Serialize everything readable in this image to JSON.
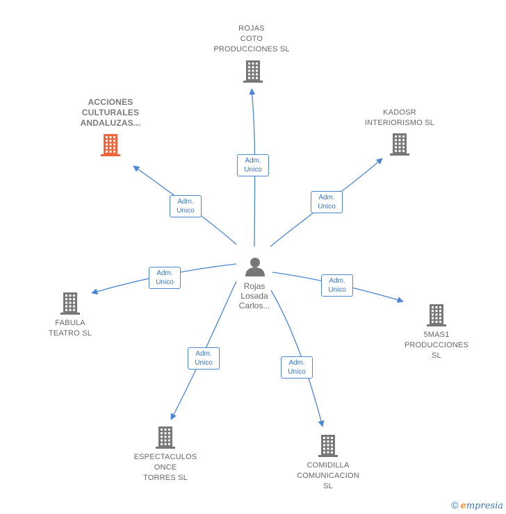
{
  "center": {
    "name": "Rojas\nLosada\nCarlos..."
  },
  "companies": [
    {
      "id": "rojas-coto",
      "name": "ROJAS\nCOTO\nPRODUCCIONES SL",
      "edge": "Adm.\nUnico",
      "highlight": false
    },
    {
      "id": "kadosr",
      "name": "KADOSR\nINTERIORISMO SL",
      "edge": "Adm.\nUnico",
      "highlight": false
    },
    {
      "id": "acciones",
      "name": "ACCIONES\nCULTURALES\nANDALUZAS...",
      "edge": "Adm.\nUnico",
      "highlight": true
    },
    {
      "id": "fabula",
      "name": "FABULA\nTEATRO  SL",
      "edge": "Adm.\nUnico",
      "highlight": false
    },
    {
      "id": "5mas1",
      "name": "5MAS1\nPRODUCCIONES\nSL",
      "edge": "Adm.\nUnico",
      "highlight": false
    },
    {
      "id": "espectaculos",
      "name": "ESPECTACULOS\nONCE\nTORRES SL",
      "edge": "Adm.\nUnico",
      "highlight": false
    },
    {
      "id": "comidilla",
      "name": "COMIDILLA\nCOMUNICACION\nSL",
      "edge": "Adm.\nUnico",
      "highlight": false
    }
  ],
  "colors": {
    "edge": "#4a86d4",
    "building": "#777777",
    "building_highlight": "#f0643a",
    "person": "#777777"
  },
  "footer": {
    "copyright": "©",
    "brand_e": "e",
    "brand_rest": "mpresia"
  }
}
